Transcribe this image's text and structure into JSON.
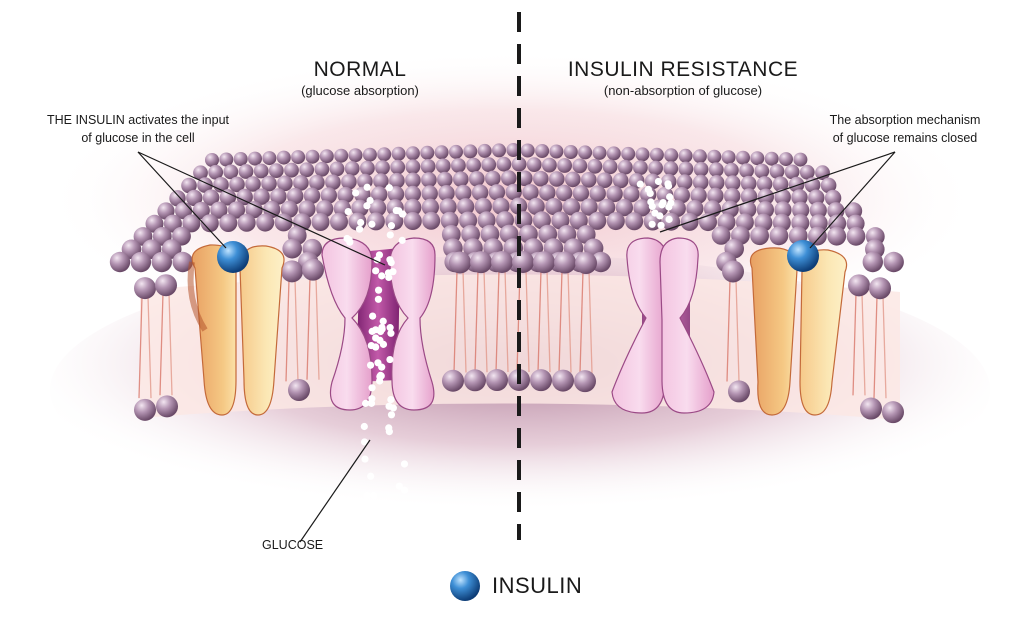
{
  "normal": {
    "title": "NORMAL",
    "subtitle": "(glucose absorption)",
    "note_line1": "THE INSULIN activates the input",
    "note_line2": "of glucose in the cell"
  },
  "resistance": {
    "title": "INSULIN RESISTANCE",
    "subtitle": "(non-absorption of glucose)",
    "note_line1": "The absorption mechanism",
    "note_line2": "of glucose remains closed"
  },
  "glucose_label": "GLUCOSE",
  "legend": {
    "label": "INSULIN",
    "icon": "insulin-sphere-icon"
  },
  "colors": {
    "phospholipid_head": "#a98aa8",
    "tail": "#d9776a",
    "receptor": "#f2b468",
    "channel": "#eaa3cc",
    "channel_core": "#a33d8f",
    "insulin": "#1f6fb5",
    "glow_pink": "#f3c6cf",
    "glow_purple": "#b68aa5"
  }
}
